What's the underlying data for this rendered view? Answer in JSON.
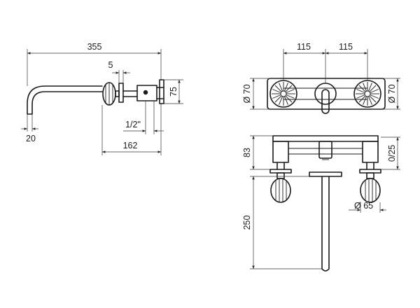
{
  "drawing": {
    "side_view": {
      "overall_width": "355",
      "spout_end": "20",
      "wall_plate_thickness": "5",
      "thread_size": "1/2\"",
      "body_depth": "162",
      "height": "75"
    },
    "top_view": {
      "left_spacing": "115",
      "right_spacing": "115",
      "left_diameter": "Ø 70",
      "right_diameter": "Ø 70"
    },
    "front_view": {
      "rough_depth": "83",
      "adjust_range": "0/25",
      "handle_diameter": "Ø 65",
      "spout_drop": "250"
    }
  },
  "colors": {
    "line": "#1a1a1a",
    "background": "#ffffff"
  }
}
